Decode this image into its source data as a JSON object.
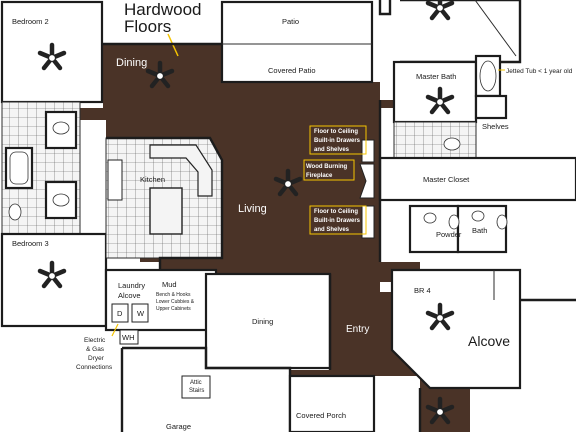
{
  "title_line1": "Hardwood",
  "title_line2": "Floors",
  "rooms": {
    "patio": "Patio",
    "covered_patio": "Covered Patio",
    "dining_top": "Dining",
    "bedroom2": "Bedroom 2",
    "bedroom3": "Bedroom 3",
    "kitchen": "Kitchen",
    "living": "Living",
    "master_bath": "Master Bath",
    "shelves": "Shelves",
    "master_closet": "Master Closet",
    "powder": "Powder",
    "bath": "Bath",
    "br4": "BR 4",
    "alcove_right": "Alcove",
    "laundry_line1": "Laundry",
    "laundry_line2": "Alcove",
    "mud": "Mud",
    "dining_bottom": "Dining",
    "entry": "Entry",
    "attic_line1": "Attic",
    "attic_line2": "Stairs",
    "garage": "Garage",
    "covered_porch": "Covered Porch",
    "dryer_d": "D",
    "washer_w": "W",
    "water_heater": "WH"
  },
  "notes": {
    "built_in_top": [
      "Floor to Ceiling",
      "Built-in Drawers",
      "and Shelves"
    ],
    "fireplace": [
      "Wood Burning",
      "Fireplace"
    ],
    "built_in_bottom": [
      "Floor to Ceiling",
      "Built-in Drawers",
      "and Shelves"
    ],
    "jetted_tub": "Jetted Tub < 1 year old",
    "bench": [
      "Bench & Hooks",
      "Lower Cubbies &",
      "Upper Cabinets"
    ],
    "electric_gas": [
      "Electric",
      "& Gas",
      "Dryer",
      "Connections"
    ]
  },
  "colors": {
    "hardwood": "#4a3327",
    "annotation_yellow": "#f5c400",
    "walls": "#1c1c1c"
  },
  "icons": [
    "ceiling-fan-icon",
    "bathtub-icon",
    "toilet-icon",
    "sink-icon",
    "stove-icon"
  ]
}
